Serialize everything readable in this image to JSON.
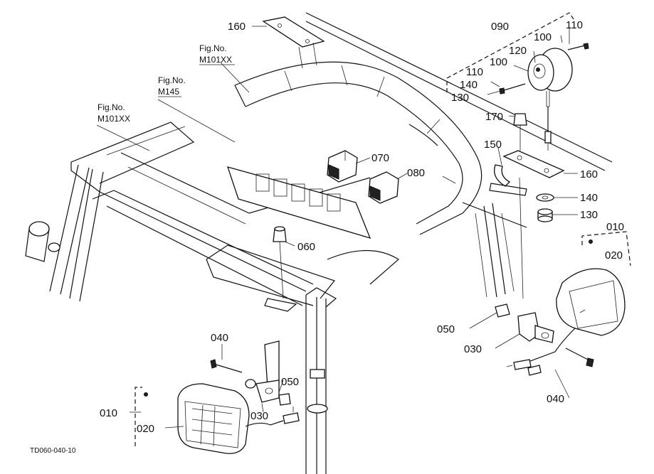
{
  "document_code": "TD060-040-10",
  "figure_refs": [
    {
      "id": "ref-m101xx-top",
      "title": "Fig.No.",
      "code": "M101XX"
    },
    {
      "id": "ref-m145",
      "title": "Fig.No.",
      "code": "M145"
    },
    {
      "id": "ref-m101xx-left",
      "title": "Fig.No.",
      "code": "M101XX"
    }
  ],
  "callouts": {
    "c160_top": "160",
    "c090": "090",
    "c110_a": "110",
    "c100_a": "100",
    "c120": "120",
    "c100_b": "100",
    "c110_b": "110",
    "c140_a": "140",
    "c130_a": "130",
    "c170": "170",
    "c150": "150",
    "c160_right": "160",
    "c140_b": "140",
    "c130_b": "130",
    "c070": "070",
    "c080": "080",
    "c060": "060",
    "c010_right": "010",
    "c020_right": "020",
    "c050_right": "050",
    "c030_right": "030",
    "c040_right": "040",
    "c040_left": "040",
    "c050_left": "050",
    "c030_left": "030",
    "c010_left": "010",
    "c020_left": "020"
  }
}
